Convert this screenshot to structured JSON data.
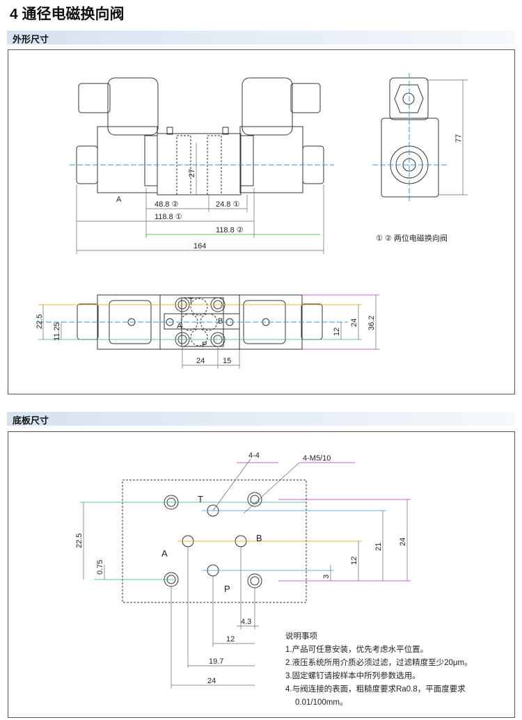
{
  "title": "4 通径电磁换向阀",
  "sections": {
    "outline": "外形尺寸",
    "base_plate": "底板尺寸"
  },
  "outline_top_view": {
    "port_label": "A",
    "dim_48_8": "48.8 ②",
    "dim_24_8": "24.8 ①",
    "dim_27": "27",
    "dim_118_8_1": "118.8 ①",
    "dim_118_8_2": "118.8 ②",
    "dim_164": "164"
  },
  "outline_side_view": {
    "dim_77": "77"
  },
  "legend": "① ② 两位电磁换向阀",
  "outline_bottom_view": {
    "ports": {
      "T": "T",
      "A": "A",
      "B": "B",
      "P": "P"
    },
    "dim_22_5": "22.5",
    "dim_11_25": "11.25",
    "dim_24_h": "24",
    "dim_15": "15",
    "dim_12": "12",
    "dim_24_v": "24",
    "dim_36_2": "36.2"
  },
  "base_plate": {
    "callout_4_4": "4-4",
    "callout_m5": "4-M5/10",
    "ports": {
      "T": "T",
      "A": "A",
      "B": "B",
      "P": "P"
    },
    "dim_22_5": "22.5",
    "dim_0_75": "0.75",
    "dim_3": "3",
    "dim_12_v": "12",
    "dim_21": "21",
    "dim_24_v": "24",
    "dim_4_3": "4.3",
    "dim_12_h": "12",
    "dim_19_7": "19.7",
    "dim_24_h": "24"
  },
  "notes": {
    "heading": "说明事项",
    "items": [
      "1.产品可任意安装，优先考虑水平位置。",
      "2.液压系统所用介质必须过滤，过滤精度至少20μm。",
      "3.固定螺钉请按样本中所列参数选用。",
      "4.与阀连接的表面，粗糙度要求Ra0.8，平面度要求",
      "0.01/100mm。"
    ]
  }
}
